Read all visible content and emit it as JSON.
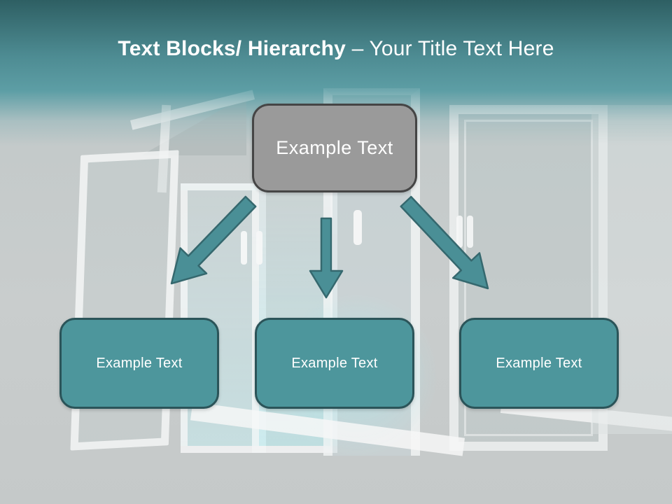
{
  "slide_title": {
    "bold": "Text Blocks/ Hierarchy",
    "rest": " – Your Title Text Here"
  },
  "diagram": {
    "root_block": {
      "label": "Example Text"
    },
    "child_blocks": [
      {
        "label": "Example Text"
      },
      {
        "label": "Example Text"
      },
      {
        "label": "Example Text"
      }
    ],
    "arrow_icons": [
      "down-left-arrow-icon",
      "down-arrow-icon",
      "down-right-arrow-icon"
    ]
  },
  "background_image": "white-open-windows-photo",
  "colors": {
    "header-dark": "#2e5f63",
    "header-teal": "#4d8b92",
    "header-light": "#5d9ea5",
    "canvas-gray": "#c4caca",
    "accent-teal": "#4d969c",
    "accent-teal-border": "#2b5459",
    "arrow-fill": "#4a8f96",
    "arrow-stroke": "#35686e",
    "root-gray": "#9a9a9a",
    "root-gray-border": "#454545",
    "text-white": "#ffffff"
  }
}
